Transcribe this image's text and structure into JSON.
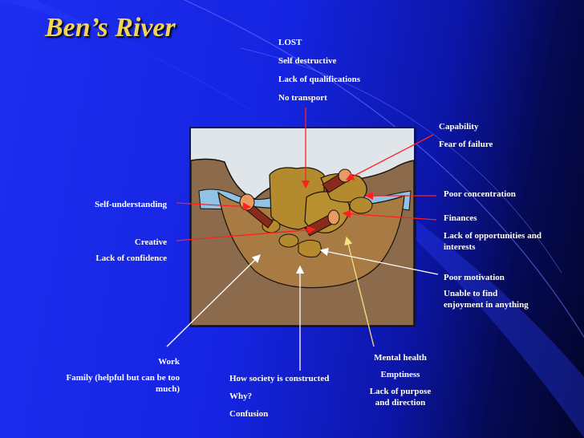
{
  "slide": {
    "title": "Ben’s River"
  },
  "labels": {
    "lost": {
      "l1": "LOST",
      "l2": "Self destructive",
      "l3": "Lack of qualifications",
      "l4": "No transport"
    },
    "capability": {
      "l1": "Capability",
      "l2": "Fear of failure"
    },
    "concentration": {
      "l1": "Poor concentration"
    },
    "finances": {
      "l1": "Finances",
      "l2": "Lack of opportunities and",
      "l3": "interests"
    },
    "motivation": {
      "l1": "Poor motivation",
      "l2": "Unable to find",
      "l3": "enjoyment in anything"
    },
    "self_understanding": {
      "l1": "Self-understanding"
    },
    "creative": {
      "l1": "Creative",
      "l2": "Lack of confidence"
    },
    "work": {
      "l1": "Work",
      "l2": "Family (helpful but can be too",
      "l3": "much)"
    },
    "society": {
      "l1": "How society is constructed",
      "l2": "Why?",
      "l3": "Confusion"
    },
    "mental": {
      "l1": "Mental health",
      "l2": "Emptiness",
      "l3": "Lack of purpose",
      "l4": "and direction"
    }
  },
  "colors": {
    "title": "#f2d45a",
    "background": "#1d2ef0",
    "arrow_red": "#ff2020",
    "arrow_white": "#ffffff",
    "arrow_yellow": "#f6e27a",
    "sky": "#dfe5e9",
    "soil": "#8c6a4c",
    "water": "#8fc3e8",
    "riverbed": "#a97b44",
    "rock": "#b38a2e"
  }
}
